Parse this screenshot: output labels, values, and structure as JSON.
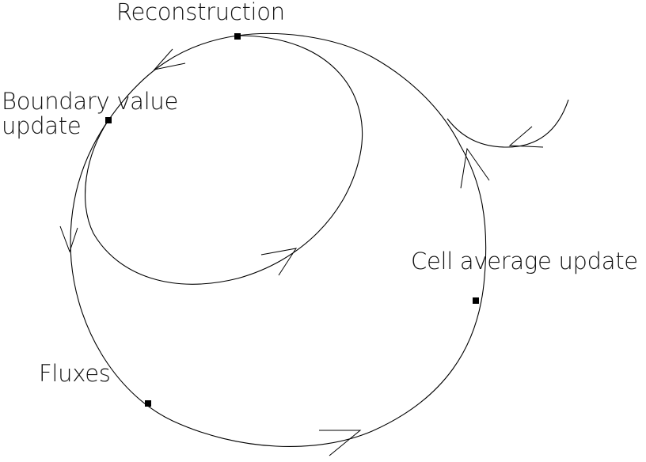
{
  "diagram": {
    "colors": {
      "stroke": "#000000",
      "text": "#111111",
      "background": "#ffffff"
    },
    "labels": {
      "reconstruction": "Reconstruction",
      "boundary_value_update": "Boundary value\nupdate",
      "cell_average_update": "Cell average update",
      "fluxes": "Fluxes"
    },
    "nodes": [
      "Reconstruction",
      "Boundary value update",
      "Cell average update",
      "Fluxes"
    ]
  }
}
